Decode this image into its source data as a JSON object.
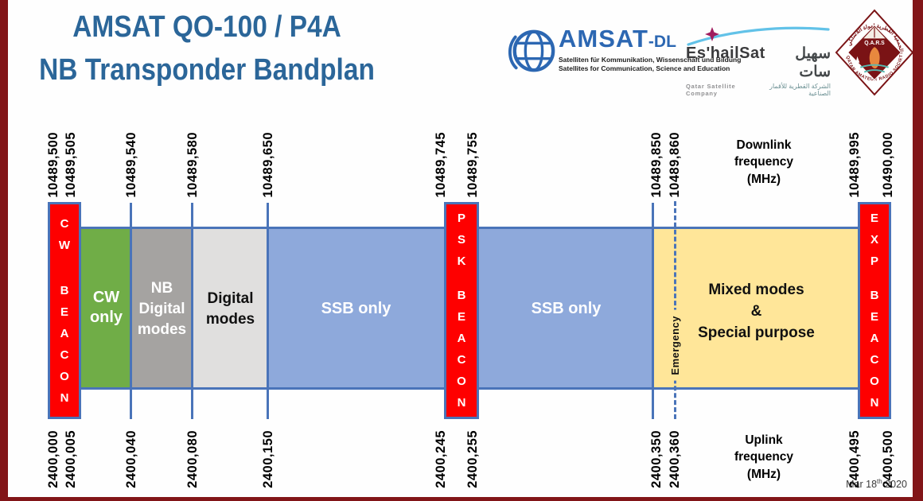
{
  "title": {
    "line1": "AMSAT QO-100 / P4A",
    "line2": "NB Transponder Bandplan"
  },
  "logos": {
    "amsat_dl": {
      "wordmark": "AMSAT",
      "suffix": "-DL",
      "subtitle_de": "Satelliten für Kommunikation, Wissenschaft und Bildung",
      "subtitle_en": "Satellites for Communication, Science and Education"
    },
    "eshailsat": {
      "name_latin": "Es'hailSat",
      "name_arabic": "سهيل سات",
      "subtitle_en": "Qatar Satellite Company",
      "subtitle_arabic": "الشركة القطرية للأقمار الصناعية"
    },
    "qars": {
      "acronym": "Q.A.R.S",
      "ring_text_en": "QATAR AMATEUR RADIO SOCIETY",
      "ring_text_ar": "الجمعية القطرية لهواة اللاسلكي"
    }
  },
  "axes": {
    "downlink_header": "Downlink\nfrequency\n(MHz)",
    "uplink_header": "Uplink\nfrequency\n(MHz)",
    "downlink_ticks": [
      "10489,500",
      "10489,505",
      "10489,540",
      "10489,580",
      "10489,650",
      "10489,745",
      "10489,755",
      "10489,850",
      "10489,860",
      "10489,995",
      "10490,000"
    ],
    "uplink_ticks": [
      "2400,000",
      "2400,005",
      "2400,040",
      "2400,080",
      "2400,150",
      "2400,245",
      "2400,255",
      "2400,350",
      "2400,360",
      "2400,495",
      "2400,500"
    ]
  },
  "segments": {
    "cw_beacon": {
      "label": "CW BEACON",
      "group1": "C\nW",
      "group2": "B\nE\nA\nC\nO\nN"
    },
    "cw_only": {
      "label": "CW\nonly"
    },
    "nb_digital": {
      "label": "NB\nDigital\nmodes"
    },
    "digital": {
      "label": "Digital\nmodes"
    },
    "ssb1": {
      "label": "SSB only"
    },
    "psk_beacon": {
      "label": "PSK BEACON",
      "group1": "P\nS\nK",
      "group2": "B\nE\nA\nC\nO\nN"
    },
    "ssb2": {
      "label": "SSB only"
    },
    "emergency": {
      "label": "Emergency"
    },
    "mixed": {
      "label": "Mixed modes\n&\nSpecial purpose"
    },
    "exp_beacon": {
      "label": "EXP BEACON",
      "group1": "E\nX\nP",
      "group2": "B\nE\nA\nC\nO\nN"
    }
  },
  "footer": {
    "date_main": "Mar 18",
    "date_sup": "th",
    "date_year": " 2020"
  },
  "colors": {
    "accent_blue": "#4A74B9",
    "beacon_red": "#FE0000",
    "ssb_blue": "#8EA9DB",
    "cw_green": "#70AD47",
    "nb_gray": "#A5A3A1",
    "digital_gray": "#E0DFDE",
    "mixed_yellow": "#FFE699",
    "frame_maroon": "#821518",
    "title_blue": "#2B6699"
  }
}
